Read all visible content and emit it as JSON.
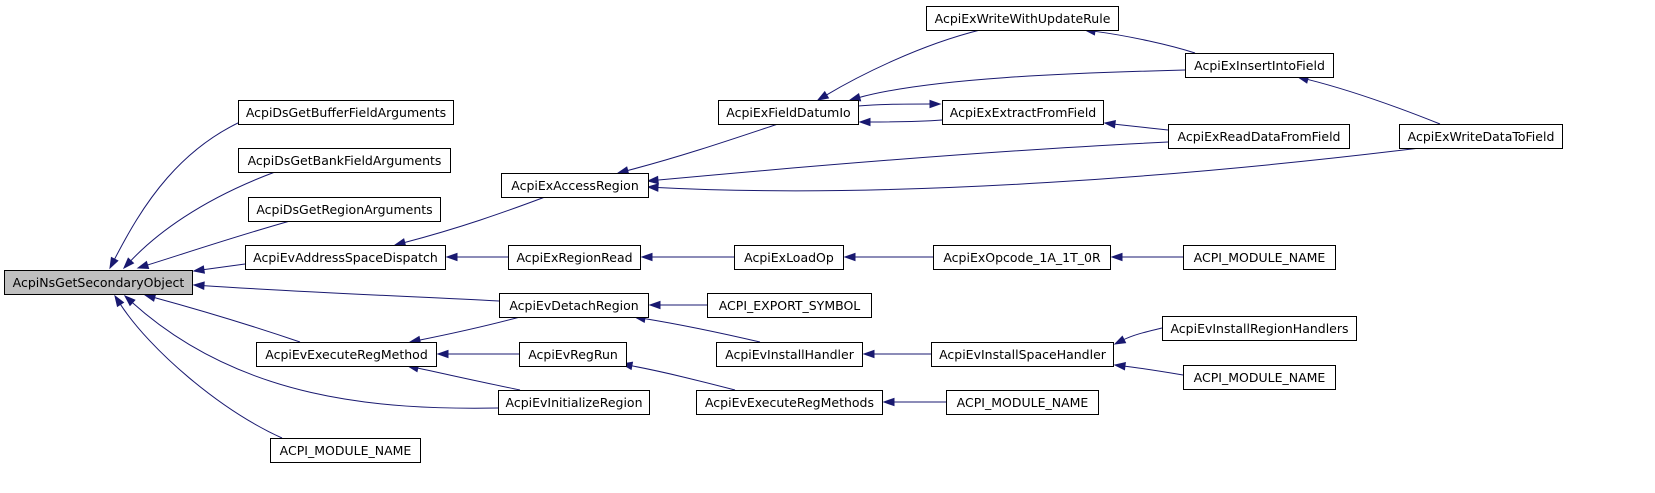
{
  "diagram": {
    "type": "call-graph",
    "colors": {
      "edge": "#191970",
      "root_fill": "#bfbfbf",
      "node_fill": "#ffffff",
      "node_border": "#000000"
    },
    "nodes": [
      {
        "id": "ns_get_secondary",
        "label": "AcpiNsGetSecondaryObject",
        "root": true
      },
      {
        "id": "ds_buffer",
        "label": "AcpiDsGetBufferFieldArguments"
      },
      {
        "id": "ds_bank",
        "label": "AcpiDsGetBankFieldArguments"
      },
      {
        "id": "ds_region",
        "label": "AcpiDsGetRegionArguments"
      },
      {
        "id": "ev_addr_dispatch",
        "label": "AcpiEvAddressSpaceDispatch"
      },
      {
        "id": "ev_exec_regmethod",
        "label": "AcpiEvExecuteRegMethod"
      },
      {
        "id": "module_name_1",
        "label": "ACPI_MODULE_NAME"
      },
      {
        "id": "ex_access_region",
        "label": "AcpiExAccessRegion"
      },
      {
        "id": "ex_region_read",
        "label": "AcpiExRegionRead"
      },
      {
        "id": "ev_detach_region",
        "label": "AcpiEvDetachRegion"
      },
      {
        "id": "ev_regrun",
        "label": "AcpiEvRegRun"
      },
      {
        "id": "ev_init_region",
        "label": "AcpiEvInitializeRegion"
      },
      {
        "id": "ex_field_datum_io",
        "label": "AcpiExFieldDatumIo"
      },
      {
        "id": "ex_load_op",
        "label": "AcpiExLoadOp"
      },
      {
        "id": "export_symbol",
        "label": "ACPI_EXPORT_SYMBOL"
      },
      {
        "id": "ev_install_handler",
        "label": "AcpiEvInstallHandler"
      },
      {
        "id": "ev_exec_regmethods",
        "label": "AcpiEvExecuteRegMethods"
      },
      {
        "id": "ex_write_update_rule",
        "label": "AcpiExWriteWithUpdateRule"
      },
      {
        "id": "ex_extract_field",
        "label": "AcpiExExtractFromField"
      },
      {
        "id": "ex_opcode",
        "label": "AcpiExOpcode_1A_1T_0R"
      },
      {
        "id": "ev_install_space_handler",
        "label": "AcpiEvInstallSpaceHandler"
      },
      {
        "id": "module_name_2",
        "label": "ACPI_MODULE_NAME"
      },
      {
        "id": "ex_insert_field",
        "label": "AcpiExInsertIntoField"
      },
      {
        "id": "ex_read_data_field",
        "label": "AcpiExReadDataFromField"
      },
      {
        "id": "module_name_3",
        "label": "ACPI_MODULE_NAME"
      },
      {
        "id": "ev_install_region_handlers",
        "label": "AcpiEvInstallRegionHandlers"
      },
      {
        "id": "module_name_4",
        "label": "ACPI_MODULE_NAME"
      },
      {
        "id": "ex_write_data_field",
        "label": "AcpiExWriteDataToField"
      }
    ],
    "edges": [
      {
        "from": "ds_buffer",
        "to": "ns_get_secondary"
      },
      {
        "from": "ds_bank",
        "to": "ns_get_secondary"
      },
      {
        "from": "ds_region",
        "to": "ns_get_secondary"
      },
      {
        "from": "ev_addr_dispatch",
        "to": "ns_get_secondary"
      },
      {
        "from": "ev_detach_region",
        "to": "ns_get_secondary"
      },
      {
        "from": "ev_exec_regmethod",
        "to": "ns_get_secondary"
      },
      {
        "from": "ev_init_region",
        "to": "ns_get_secondary"
      },
      {
        "from": "module_name_1",
        "to": "ns_get_secondary"
      },
      {
        "from": "ex_access_region",
        "to": "ev_addr_dispatch"
      },
      {
        "from": "ex_region_read",
        "to": "ev_addr_dispatch"
      },
      {
        "from": "ev_detach_region",
        "to": "ev_exec_regmethod"
      },
      {
        "from": "ev_regrun",
        "to": "ev_exec_regmethod"
      },
      {
        "from": "ev_init_region",
        "to": "ev_exec_regmethod"
      },
      {
        "from": "ex_field_datum_io",
        "to": "ex_access_region"
      },
      {
        "from": "ex_read_data_field",
        "to": "ex_access_region"
      },
      {
        "from": "ex_write_data_field",
        "to": "ex_access_region"
      },
      {
        "from": "ex_load_op",
        "to": "ex_region_read"
      },
      {
        "from": "export_symbol",
        "to": "ev_detach_region"
      },
      {
        "from": "ev_install_handler",
        "to": "ev_detach_region"
      },
      {
        "from": "ev_exec_regmethods",
        "to": "ev_regrun"
      },
      {
        "from": "ex_write_update_rule",
        "to": "ex_field_datum_io"
      },
      {
        "from": "ex_extract_field",
        "to": "ex_field_datum_io"
      },
      {
        "from": "ex_insert_field",
        "to": "ex_field_datum_io"
      },
      {
        "from": "ex_field_datum_io",
        "to": "ex_extract_field"
      },
      {
        "from": "ex_opcode",
        "to": "ex_load_op"
      },
      {
        "from": "ev_install_space_handler",
        "to": "ev_install_handler"
      },
      {
        "from": "module_name_2",
        "to": "ev_exec_regmethods"
      },
      {
        "from": "ex_insert_field",
        "to": "ex_write_update_rule"
      },
      {
        "from": "ex_read_data_field",
        "to": "ex_extract_field"
      },
      {
        "from": "module_name_3",
        "to": "ex_opcode"
      },
      {
        "from": "ev_install_region_handlers",
        "to": "ev_install_space_handler"
      },
      {
        "from": "module_name_4",
        "to": "ev_install_space_handler"
      },
      {
        "from": "ex_write_data_field",
        "to": "ex_insert_field"
      }
    ]
  }
}
